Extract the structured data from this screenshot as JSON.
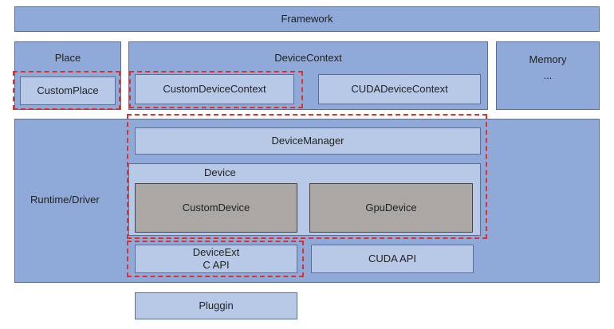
{
  "framework": "Framework",
  "place": {
    "title": "Place",
    "custom": "CustomPlace"
  },
  "device_context": {
    "title": "DeviceContext",
    "custom": "CustomDeviceContext",
    "cuda": "CUDADeviceContext"
  },
  "memory": {
    "title": "Memory",
    "more": "..."
  },
  "runtime": {
    "title": "Runtime/Driver",
    "device_manager": "DeviceManager",
    "device": {
      "title": "Device",
      "custom": "CustomDevice",
      "gpu": "GpuDevice"
    },
    "device_ext_line1": "DeviceExt",
    "device_ext_line2": "C API",
    "cuda_api": "CUDA API"
  },
  "pluggin": "Pluggin",
  "colors": {
    "layer": "#8fa9d9",
    "inner": "#b8c9e8",
    "device": "#aba7a4",
    "highlight": "#e0302a"
  }
}
